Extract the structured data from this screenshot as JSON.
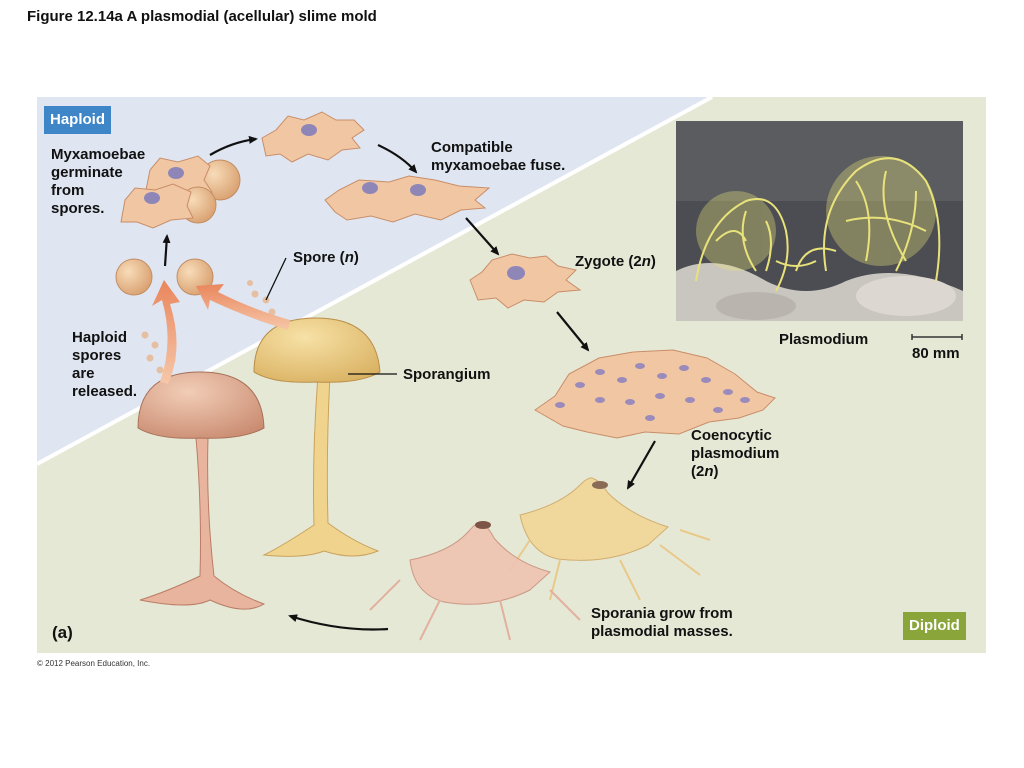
{
  "figure": {
    "title": "Figure 12.14a  A plasmodial (acellular) slime mold",
    "panel_label": "(a)",
    "copyright": "© 2012 Pearson Education, Inc."
  },
  "phases": {
    "haploid": {
      "label": "Haploid",
      "color": "#3f86c8",
      "bg": "#dfe6f2"
    },
    "diploid": {
      "label": "Diploid",
      "color": "#8aa63b",
      "bg": "#e6e8d6"
    }
  },
  "labels": {
    "myxamoebae": [
      "Myxamoebae",
      "germinate",
      "from",
      "spores."
    ],
    "compatible": [
      "Compatible",
      "myxamoebae fuse."
    ],
    "spore_prefix": "Spore (",
    "spore_n": "n",
    "spore_suffix": ")",
    "zygote_prefix": "Zygote (2",
    "zygote_n": "n",
    "zygote_suffix": ")",
    "haploid_spores": [
      "Haploid",
      "spores",
      "are",
      "released."
    ],
    "sporangium": "Sporangium",
    "coenocytic": [
      "Coenocytic",
      "plasmodium"
    ],
    "coenocytic_ploidy_prefix": "(2",
    "coenocytic_ploidy_n": "n",
    "coenocytic_ploidy_suffix": ")",
    "sporangia_grow": [
      "Sporania grow from",
      "plasmodial masses."
    ],
    "plasmodium": "Plasmodium",
    "scale": "80 mm"
  },
  "colors": {
    "cell": "#f1c7a3",
    "cell_stroke": "#c98d68",
    "nucleus": "#8f86b8",
    "spore": "#eab886",
    "sporangium_yellow": "#f3d48c",
    "sporangium_pink": "#e6b39b",
    "photo_bg": "#4b4d52",
    "plasmodium_yellow": "#e9e27a"
  }
}
